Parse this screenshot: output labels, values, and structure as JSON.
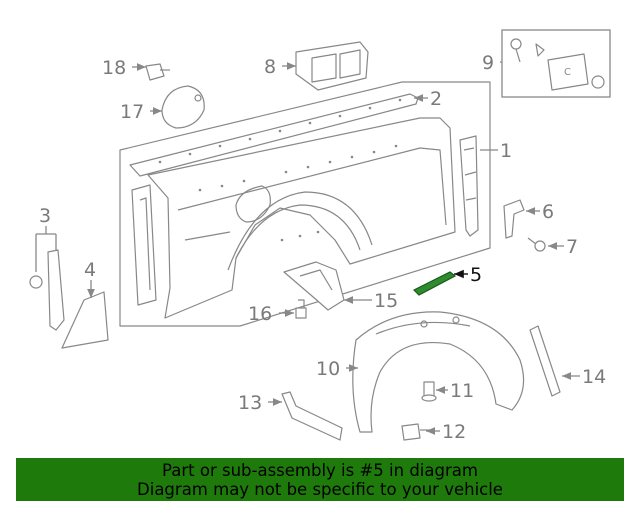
{
  "callouts": {
    "c1": "1",
    "c2": "2",
    "c3": "3",
    "c4": "4",
    "c5": "5",
    "c6": "6",
    "c7": "7",
    "c8": "8",
    "c9": "9",
    "c10": "10",
    "c11": "11",
    "c12": "12",
    "c13": "13",
    "c14": "14",
    "c15": "15",
    "c16": "16",
    "c17": "17",
    "c18": "18"
  },
  "parts": {
    "p9_label": "C"
  },
  "highlight": {
    "part_number": "5",
    "color": "#2e8b2e"
  },
  "banner": {
    "line1": "Part or sub-assembly is #5 in diagram",
    "line2": "Diagram may not be specific to your vehicle",
    "background": "#1f7a0c"
  }
}
